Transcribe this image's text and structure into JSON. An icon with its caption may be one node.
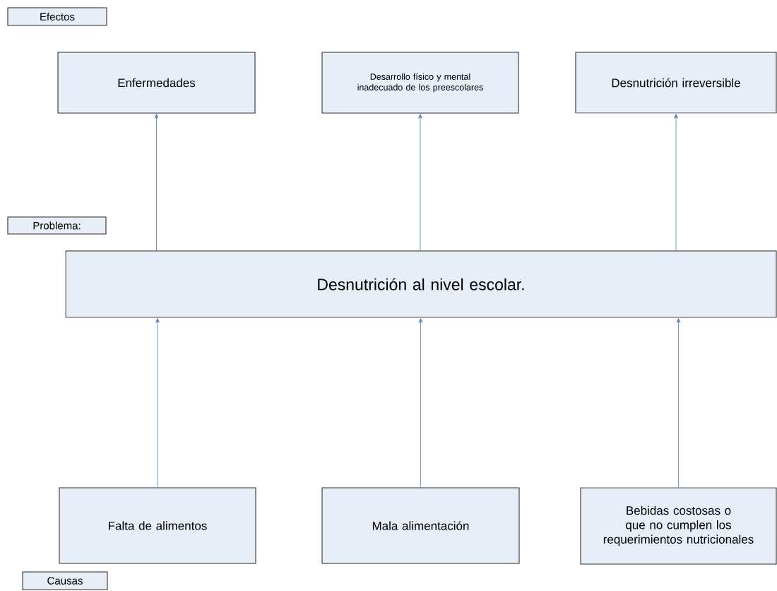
{
  "diagram": {
    "nodes": [
      {
        "text": [
          "Efectos"
        ]
      },
      {
        "text": [
          "Enfermedades"
        ]
      },
      {
        "text": [
          "Desarrollo físico y mental inadecuado de los preescolares"
        ]
      },
      {
        "text": [
          "Desnutrición irreversible"
        ]
      },
      {
        "text": [
          "Problema:"
        ]
      },
      {
        "text": [
          "Desnutrición al nivel  escolar."
        ]
      },
      {
        "text": [
          "Falta de alimentos"
        ]
      },
      {
        "text": [
          "Mala alimentación"
        ]
      },
      {
        "text": [
          "Bebidas costosas o que no cumplen los requerimientos nutricionales"
        ]
      },
      {
        "text": [
          "Causas"
        ]
      }
    ],
    "edges": [
      {
        "from": 5,
        "to": 1,
        "arrow": "to"
      },
      {
        "from": 5,
        "to": 2,
        "arrow": "to"
      },
      {
        "from": 5,
        "to": 3,
        "arrow": "to"
      },
      {
        "from": 6,
        "to": 5,
        "arrow": "to"
      },
      {
        "from": 7,
        "to": 5,
        "arrow": "to"
      },
      {
        "from": 8,
        "to": 5,
        "arrow": "to"
      }
    ]
  }
}
